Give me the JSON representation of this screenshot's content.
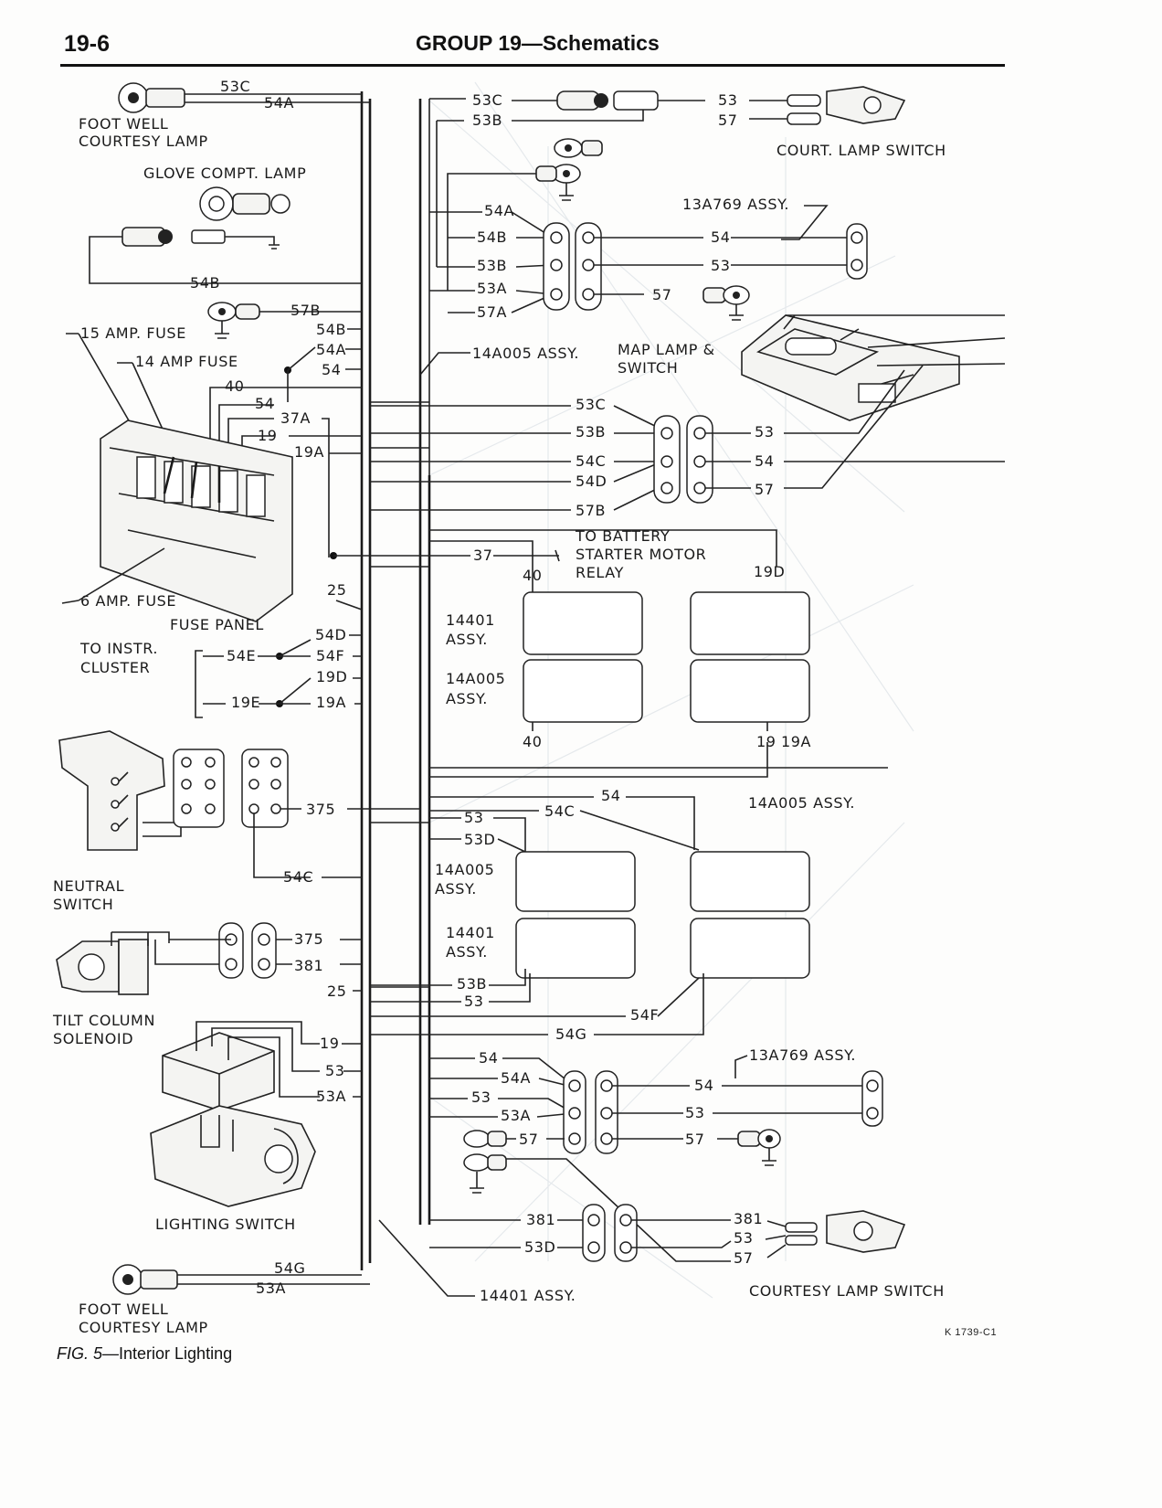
{
  "header": {
    "page_number": "19-6",
    "title": "GROUP 19—Schematics"
  },
  "figure": {
    "number": "FIG. 5—",
    "title": "Interior Lighting",
    "code": "K 1739-C1"
  },
  "left_components": {
    "foot_well_top": [
      "FOOT WELL",
      "COURTESY LAMP"
    ],
    "glove_compt_lamp": "GLOVE COMPT. LAMP",
    "fuse_15": "15 AMP. FUSE",
    "fuse_14": "14 AMP  FUSE",
    "fuse_6": "6 AMP. FUSE",
    "fuse_panel": "FUSE PANEL",
    "instr_cluster": [
      "TO INSTR.",
      "CLUSTER"
    ],
    "neutral_switch": [
      "NEUTRAL",
      "SWITCH"
    ],
    "tilt_column": [
      "TILT COLUMN",
      "SOLENOID"
    ],
    "lighting_switch": "LIGHTING SWITCH",
    "foot_well_bottom": [
      "FOOT WELL",
      "COURTESY LAMP"
    ]
  },
  "right_components": {
    "court_lamp_switch": "COURT. LAMP SWITCH",
    "assy_13a769_top": "13A769 ASSY.",
    "assy_14a005_label": "14A005 ASSY.",
    "map_lamp": [
      "MAP LAMP &",
      "SWITCH"
    ],
    "battery": [
      "TO BATTERY",
      "STARTER MOTOR",
      "RELAY"
    ],
    "assy_14401": [
      "14401",
      "ASSY."
    ],
    "assy_14a005": [
      "14A005",
      "ASSY."
    ],
    "assy_14a005_right": "14A005 ASSY.",
    "assy_14401_mid": [
      "14401",
      "ASSY."
    ],
    "assy_13a769_bottom": "13A769 ASSY.",
    "assy_14401_bottom": "14401 ASSY.",
    "courtesy_lamp_switch": "COURTESY LAMP SWITCH"
  },
  "wire_labels": {
    "left": [
      "53C",
      "54A",
      "54B",
      "57B",
      "54B",
      "54A",
      "54",
      "40",
      "54",
      "37A",
      "19",
      "19A",
      "25",
      "54D",
      "54E",
      "54F",
      "19D",
      "19E",
      "19A",
      "375",
      "54C",
      "375",
      "381",
      "25",
      "19",
      "53",
      "53A",
      "54G",
      "53A"
    ],
    "right_top": [
      "53C",
      "53B",
      "53",
      "57",
      "54A",
      "54B",
      "53B",
      "53A",
      "57A",
      "54",
      "53",
      "57"
    ],
    "map_block": [
      "53C",
      "53B",
      "54C",
      "54D",
      "57B",
      "53",
      "54",
      "57"
    ],
    "middle": [
      "37",
      "40",
      "19D",
      "40",
      "19",
      "19A"
    ],
    "lower_mid": [
      "54",
      "54C",
      "53",
      "53D",
      "53B",
      "53",
      "54F",
      "54G"
    ],
    "bottom": [
      "54",
      "54A",
      "53",
      "53A",
      "57",
      "54",
      "53",
      "57",
      "381",
      "53D",
      "381",
      "53",
      "57"
    ]
  }
}
